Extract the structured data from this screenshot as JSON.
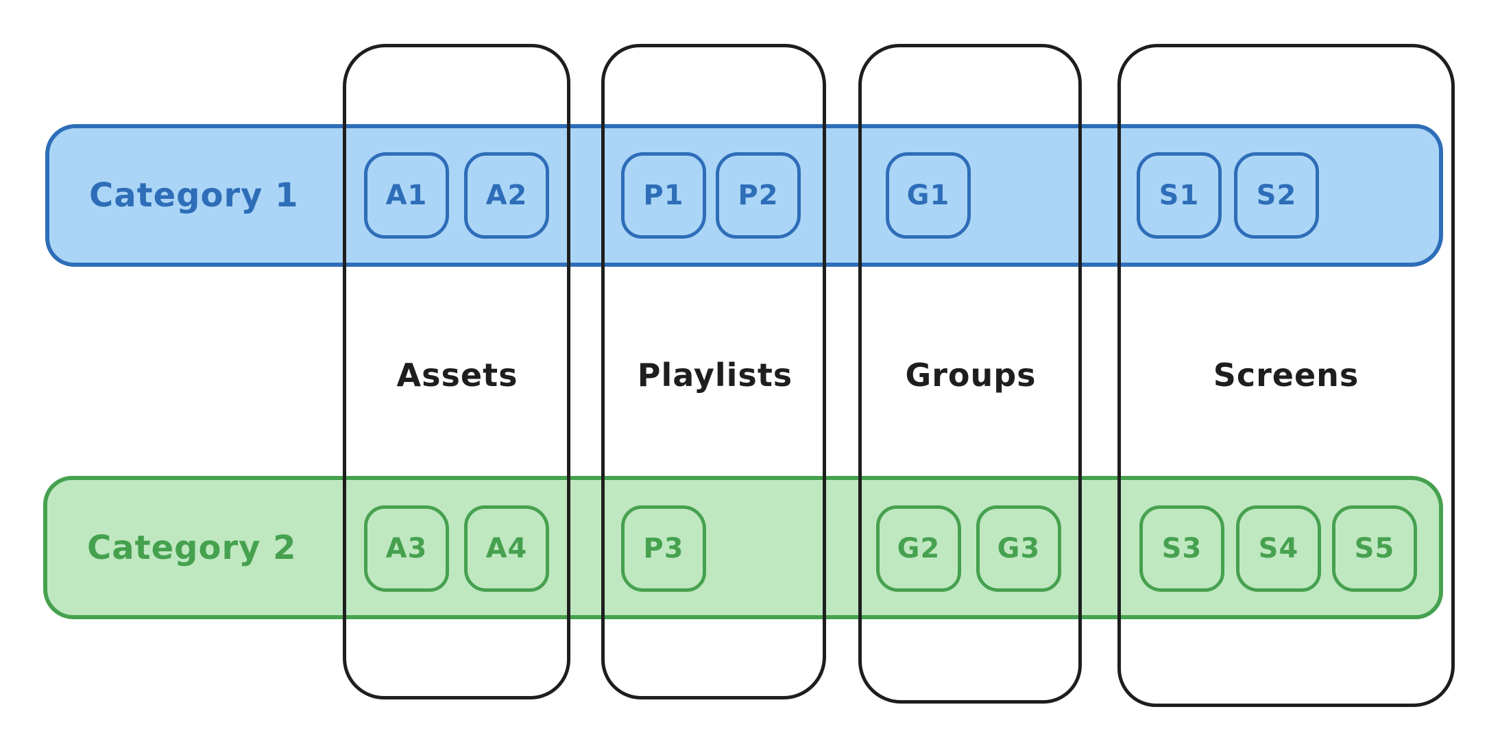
{
  "colors": {
    "canvas-bg": "#ffffff",
    "outline": "#1e1e1e",
    "blue-fill": "#abd5f6",
    "blue-stroke": "#2e6db8",
    "green-fill": "#bfe8c1",
    "green-stroke": "#46a14f"
  },
  "categories": [
    {
      "label": "Category 1"
    },
    {
      "label": "Category 2"
    }
  ],
  "matrix": [
    {
      "column": "Assets",
      "category1": [
        "A1",
        "A2"
      ],
      "category2": [
        "A3",
        "A4"
      ]
    },
    {
      "column": "Playlists",
      "category1": [
        "P1",
        "P2"
      ],
      "category2": [
        "P3"
      ]
    },
    {
      "column": "Groups",
      "category1": [
        "G1"
      ],
      "category2": [
        "G2",
        "G3"
      ]
    },
    {
      "column": "Screens",
      "category1": [
        "S1",
        "S2"
      ],
      "category2": [
        "S3",
        "S4",
        "S5"
      ]
    }
  ]
}
